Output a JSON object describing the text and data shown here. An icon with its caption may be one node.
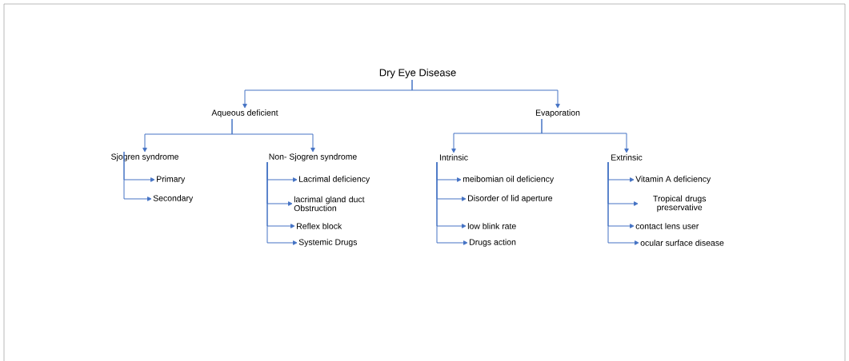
{
  "diagram": {
    "nodes": [
      {
        "text": [
          "Dry Eye Disease"
        ]
      },
      {
        "text": [
          "Aqueous deficient"
        ]
      },
      {
        "text": [
          "Evaporation"
        ]
      },
      {
        "text": [
          "Sjogren syndrome"
        ]
      },
      {
        "text": [
          "Non- Sjogren syndrome"
        ]
      },
      {
        "text": [
          "Intrinsic"
        ]
      },
      {
        "text": [
          "Extrinsic"
        ]
      },
      {
        "text": [
          "Primary"
        ]
      },
      {
        "text": [
          "Secondary"
        ]
      },
      {
        "text": [
          "Lacrimal deficiency"
        ]
      },
      {
        "text": [
          "lacrimal gland duct Obstruction"
        ]
      },
      {
        "text": [
          "Reflex block"
        ]
      },
      {
        "text": [
          "Systemic Drugs"
        ]
      },
      {
        "text": [
          "meibomian oil deficiency"
        ]
      },
      {
        "text": [
          "Disorder of lid aperture"
        ]
      },
      {
        "text": [
          "low blink rate"
        ]
      },
      {
        "text": [
          "Drugs action"
        ]
      },
      {
        "text": [
          "Vitamin A deficiency"
        ]
      },
      {
        "text": [
          "Tropical drugs preservative"
        ]
      },
      {
        "text": [
          "contact lens user"
        ]
      },
      {
        "text": [
          "ocular surface disease"
        ]
      }
    ],
    "edges": [
      {
        "from": 0,
        "to": 1,
        "arrow": "to"
      },
      {
        "from": 0,
        "to": 2,
        "arrow": "to"
      },
      {
        "from": 1,
        "to": 3,
        "arrow": "to"
      },
      {
        "from": 1,
        "to": 4,
        "arrow": "to"
      },
      {
        "from": 2,
        "to": 5,
        "arrow": "to"
      },
      {
        "from": 2,
        "to": 6,
        "arrow": "to"
      },
      {
        "from": 3,
        "to": 7,
        "arrow": "to"
      },
      {
        "from": 3,
        "to": 8,
        "arrow": "to"
      },
      {
        "from": 4,
        "to": 9,
        "arrow": "to"
      },
      {
        "from": 4,
        "to": 10,
        "arrow": "to"
      },
      {
        "from": 4,
        "to": 11,
        "arrow": "to"
      },
      {
        "from": 4,
        "to": 12,
        "arrow": "to"
      },
      {
        "from": 5,
        "to": 13,
        "arrow": "to"
      },
      {
        "from": 5,
        "to": 14,
        "arrow": "to"
      },
      {
        "from": 5,
        "to": 15,
        "arrow": "to"
      },
      {
        "from": 5,
        "to": 16,
        "arrow": "to"
      },
      {
        "from": 6,
        "to": 17,
        "arrow": "to"
      },
      {
        "from": 6,
        "to": 18,
        "arrow": "to"
      },
      {
        "from": 6,
        "to": 19,
        "arrow": "to"
      },
      {
        "from": 6,
        "to": 20,
        "arrow": "to"
      }
    ]
  }
}
